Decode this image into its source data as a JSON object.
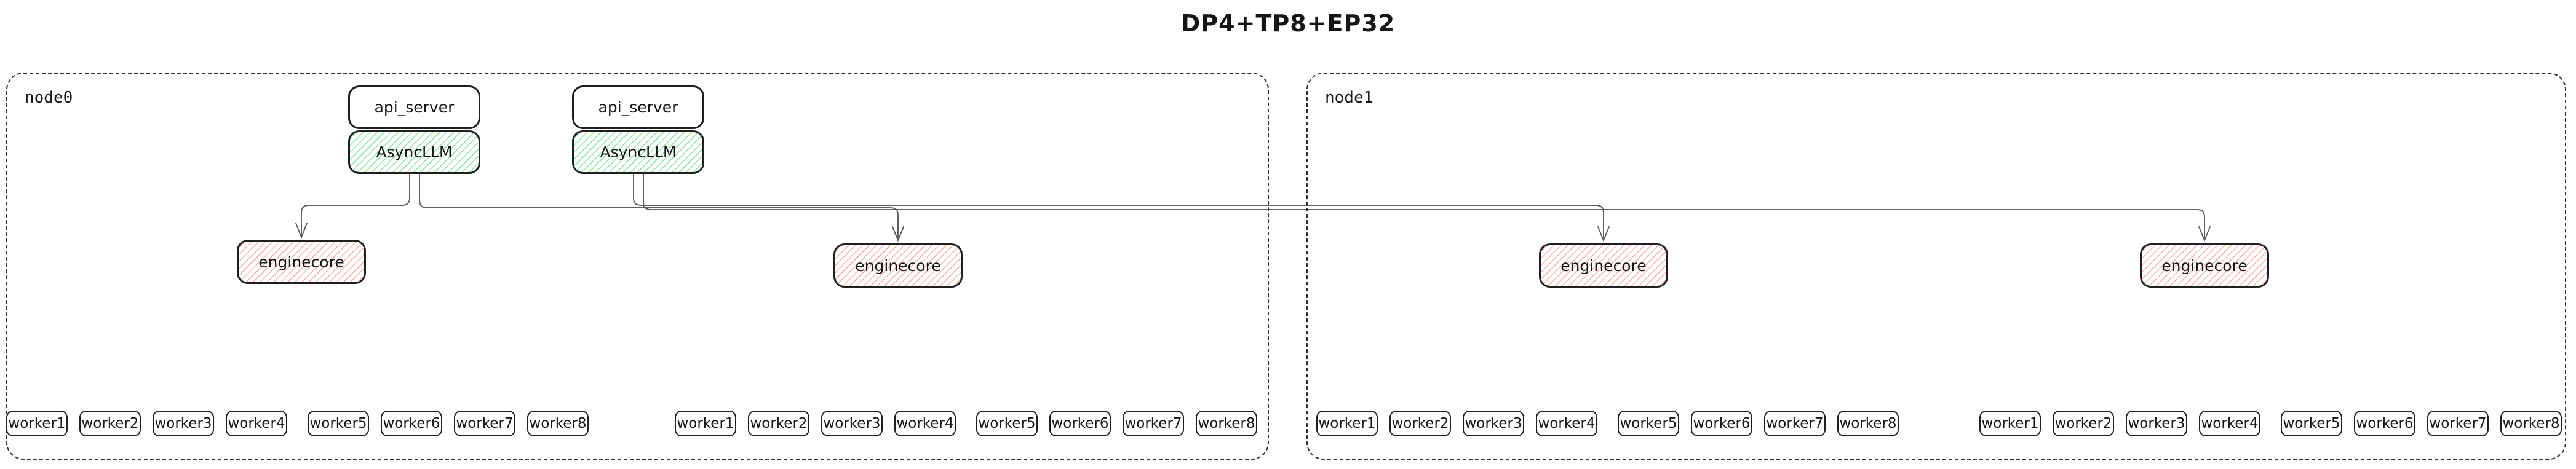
{
  "title": "DP4+TP8+EP32",
  "colors": {
    "background": "#ffffff",
    "box_border": "#1f1f1f",
    "node_border": "#2e2e2e",
    "edge": "#606060",
    "async_llm_hatch": "#8ce3a6",
    "enginecore_hatch": "#f6b3ab",
    "text": "#161616"
  },
  "nodes": [
    {
      "label": "node0",
      "stacks": [
        {
          "api_server": "api_server",
          "async_llm": "AsyncLLM"
        },
        {
          "api_server": "api_server",
          "async_llm": "AsyncLLM"
        }
      ],
      "enginecores": [
        "enginecore",
        "enginecore"
      ],
      "worker_groups": [
        [
          "worker1",
          "worker2",
          "worker3",
          "worker4",
          "worker5",
          "worker6",
          "worker7",
          "worker8"
        ],
        [
          "worker1",
          "worker2",
          "worker3",
          "worker4",
          "worker5",
          "worker6",
          "worker7",
          "worker8"
        ]
      ]
    },
    {
      "label": "node1",
      "stacks": [],
      "enginecores": [
        "enginecore",
        "enginecore"
      ],
      "worker_groups": [
        [
          "worker1",
          "worker2",
          "worker3",
          "worker4",
          "worker5",
          "worker6",
          "worker7",
          "worker8"
        ],
        [
          "worker1",
          "worker2",
          "worker3",
          "worker4",
          "worker5",
          "worker6",
          "worker7",
          "worker8"
        ]
      ]
    }
  ]
}
